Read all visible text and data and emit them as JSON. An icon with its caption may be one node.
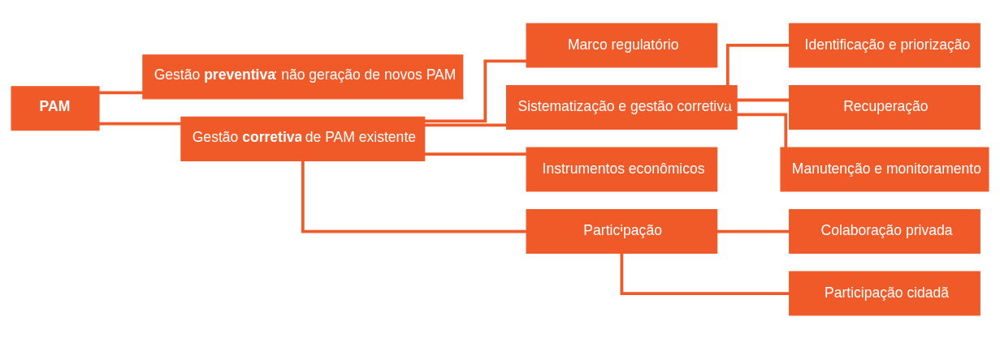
{
  "diagram": {
    "nodes": [
      {
        "text": [
          "PAM"
        ]
      },
      {
        "text": [
          "Gestão **preventiva**: não geração de novos PAM"
        ]
      },
      {
        "text": [
          "Gestão **corretiva** de PAM existente"
        ]
      },
      {
        "text": [
          "Marco regulatório"
        ]
      },
      {
        "text": [
          "Sistematização e gestão corretiva"
        ]
      },
      {
        "text": [
          "Instrumentos econômicos"
        ]
      },
      {
        "text": [
          "Participação"
        ]
      },
      {
        "text": [
          "Identificação e priorização"
        ]
      },
      {
        "text": [
          "Recuperação"
        ]
      },
      {
        "text": [
          "Manutenção e monitoramento"
        ]
      },
      {
        "text": [
          "Colaboração privada"
        ]
      },
      {
        "text": [
          "Participação cidadã"
        ]
      }
    ],
    "edges": [
      {
        "from": 0,
        "to": 1,
        "arrow": "none"
      },
      {
        "from": 0,
        "to": 2,
        "arrow": "none"
      },
      {
        "from": 2,
        "to": 3,
        "arrow": "none"
      },
      {
        "from": 2,
        "to": 4,
        "arrow": "none"
      },
      {
        "from": 2,
        "to": 5,
        "arrow": "none"
      },
      {
        "from": 2,
        "to": 6,
        "arrow": "none"
      },
      {
        "from": 4,
        "to": 7,
        "arrow": "none"
      },
      {
        "from": 4,
        "to": 8,
        "arrow": "none"
      },
      {
        "from": 4,
        "to": 9,
        "arrow": "none"
      },
      {
        "from": 6,
        "to": 10,
        "arrow": "none"
      },
      {
        "from": 6,
        "to": 11,
        "arrow": "none"
      }
    ]
  }
}
